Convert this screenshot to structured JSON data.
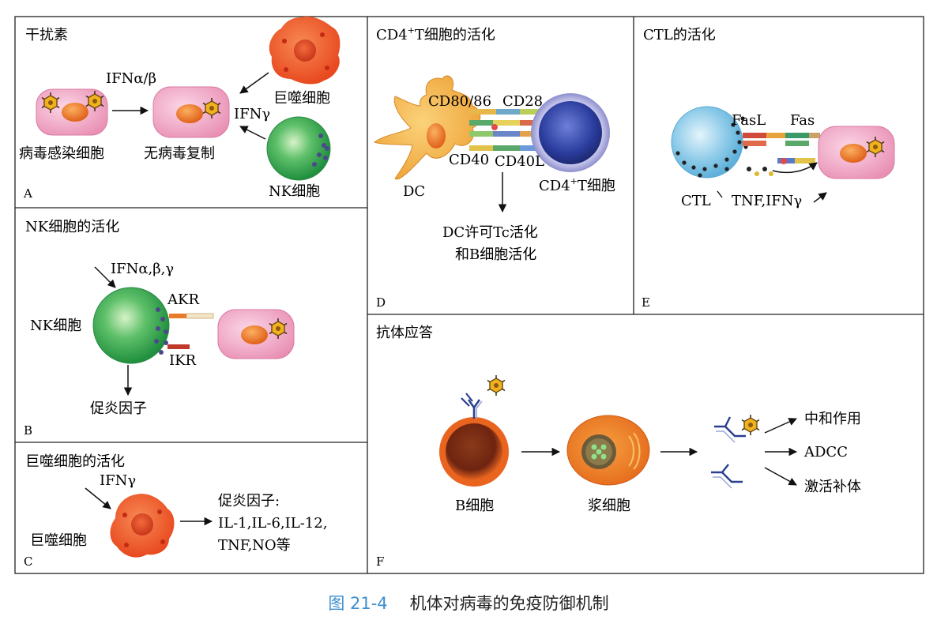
{
  "figure": {
    "caption_number": "图 21-4",
    "caption_title": "机体对病毒的免疫防御机制"
  },
  "panel_a": {
    "title": "干扰素",
    "letter": "A",
    "ifn_ab": "IFNα/β",
    "macrophage": "巨噬细胞",
    "ifn_g": "IFNγ",
    "infected_cell": "病毒感染细胞",
    "no_replication": "无病毒复制",
    "nk_cell": "NK细胞"
  },
  "panel_b": {
    "title": "NK细胞的活化",
    "letter": "B",
    "ifn": "IFNα,β,γ",
    "nk_cell": "NK细胞",
    "akr": "AKR",
    "ikr": "IKR",
    "cytokines": "促炎因子"
  },
  "panel_c": {
    "title": "巨噬细胞的活化",
    "letter": "C",
    "ifn_g": "IFNγ",
    "macrophage": "巨噬细胞",
    "line1": "促炎因子:",
    "line2": "IL-1,IL-6,IL-12,",
    "line3": "TNF,NO等"
  },
  "panel_d": {
    "title_a": "CD4",
    "title_sup": "+",
    "title_b": "T细胞的活化",
    "letter": "D",
    "cd80": "CD80/86",
    "cd28": "CD28",
    "cd40": "CD40",
    "cd40l": "CD40L",
    "dc": "DC",
    "tcell_a": "CD4",
    "tcell_sup": "+",
    "tcell_b": "T细胞",
    "result1": "DC许可Tc活化",
    "result2": "和B细胞活化"
  },
  "panel_e": {
    "title": "CTL的活化",
    "letter": "E",
    "fasl": "FasL",
    "fas": "Fas",
    "ctl": "CTL",
    "tnf": "TNF,IFNγ"
  },
  "panel_f": {
    "title": "抗体应答",
    "letter": "F",
    "b_cell": "B细胞",
    "plasma_cell": "浆细胞",
    "neutralize": "中和作用",
    "adcc": "ADCC",
    "complement": "激活补体"
  }
}
